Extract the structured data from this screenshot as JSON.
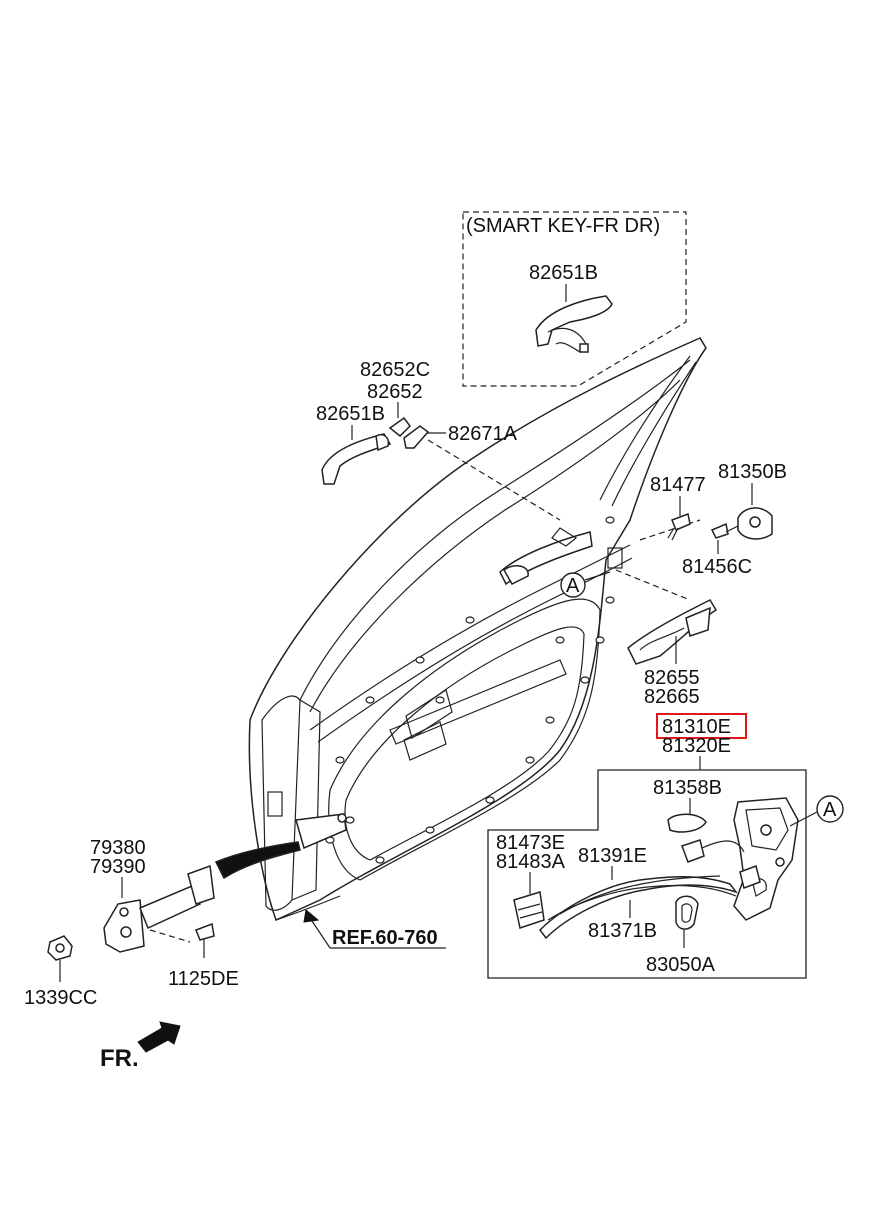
{
  "labels": {
    "smart_key_caption": "(SMART KEY-FR DR)",
    "p_82651B_top": "82651B",
    "p_82652C": "82652C",
    "p_82652": "82652",
    "p_82651B": "82651B",
    "p_82671A": "82671A",
    "p_81477": "81477",
    "p_81350B": "81350B",
    "p_81456C": "81456C",
    "p_82655": "82655",
    "p_82665": "82665",
    "p_81310E": "81310E",
    "p_81320E": "81320E",
    "p_81358B": "81358B",
    "p_81473E": "81473E",
    "p_81483A": "81483A",
    "p_81391E": "81391E",
    "p_81371B": "81371B",
    "p_83050A": "83050A",
    "p_79380": "79380",
    "p_79390": "79390",
    "p_1339CC": "1339CC",
    "p_1125DE": "1125DE",
    "ref": "REF.60-760",
    "marker_a": "A",
    "fr": "FR."
  },
  "colors": {
    "line": "#222222",
    "highlight": "#e0161b",
    "background": "#ffffff"
  },
  "highlighted_part": "81310E"
}
